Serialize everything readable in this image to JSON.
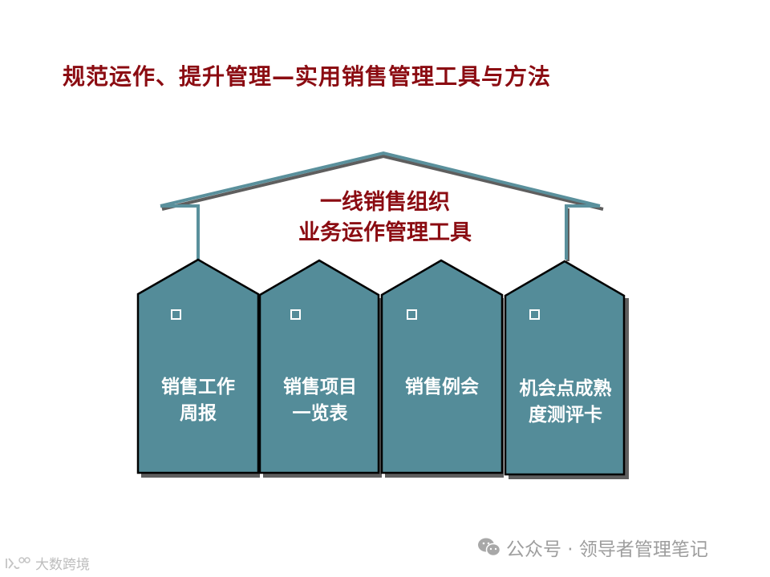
{
  "title": "规范运作、提升管理—实用销售管理工具与方法",
  "roof": {
    "line1": "一线销售组织",
    "line2": "业务运作管理工具"
  },
  "pillars": [
    {
      "line1": "销售工作",
      "line2": "周报",
      "bullet": "□"
    },
    {
      "line1": "销售项目",
      "line2": "一览表",
      "bullet": "□"
    },
    {
      "line1": "销售例会",
      "line2": "",
      "bullet": "□"
    },
    {
      "line1": "机会点成熟",
      "line2": "度测评卡",
      "bullet": "□"
    }
  ],
  "colors": {
    "title": "#8b0c12",
    "pillar_fill": "#548c99",
    "roof_line": "#5a909c",
    "shadow": "#5e5e5e",
    "outline": "#000000"
  },
  "watermarks": {
    "right_icon": "wechat-icon",
    "right_text": "公众号 · 领导者管理笔记",
    "left_icon": "logo-icon",
    "left_text": "大数跨境"
  }
}
